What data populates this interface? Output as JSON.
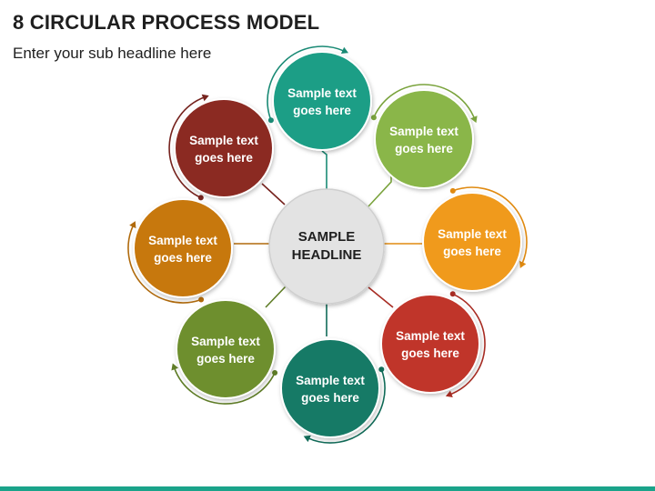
{
  "header": {
    "title": "8 CIRCULAR PROCESS MODEL",
    "subtitle": "Enter your sub headline here"
  },
  "center": {
    "line1": "SAMPLE",
    "line2": "HEADLINE",
    "fill": "#e3e3e3"
  },
  "nodes": [
    {
      "id": "top",
      "line1": "Sample text",
      "line2": "goes here",
      "color": "#1e9e86",
      "ring": "#1a8a75"
    },
    {
      "id": "top-right",
      "line1": "Sample text",
      "line2": "goes here",
      "color": "#8ab64a",
      "ring": "#7aa33d"
    },
    {
      "id": "right",
      "line1": "Sample text",
      "line2": "goes here",
      "color": "#f09a1c",
      "ring": "#e08a10"
    },
    {
      "id": "bottom-right",
      "line1": "Sample text",
      "line2": "goes here",
      "color": "#c0352b",
      "ring": "#a82c23"
    },
    {
      "id": "bottom",
      "line1": "Sample text",
      "line2": "goes here",
      "color": "#157a66",
      "ring": "#106b58"
    },
    {
      "id": "bottom-left",
      "line1": "Sample text",
      "line2": "goes here",
      "color": "#6e8f2f",
      "ring": "#5f7d27"
    },
    {
      "id": "left",
      "line1": "Sample text",
      "line2": "goes here",
      "color": "#c7780f",
      "ring": "#b06a0c"
    },
    {
      "id": "top-left",
      "line1": "Sample text",
      "line2": "goes here",
      "color": "#8b2a24",
      "ring": "#76231e"
    }
  ],
  "footer": {
    "bar_color": "#1aa38a"
  }
}
